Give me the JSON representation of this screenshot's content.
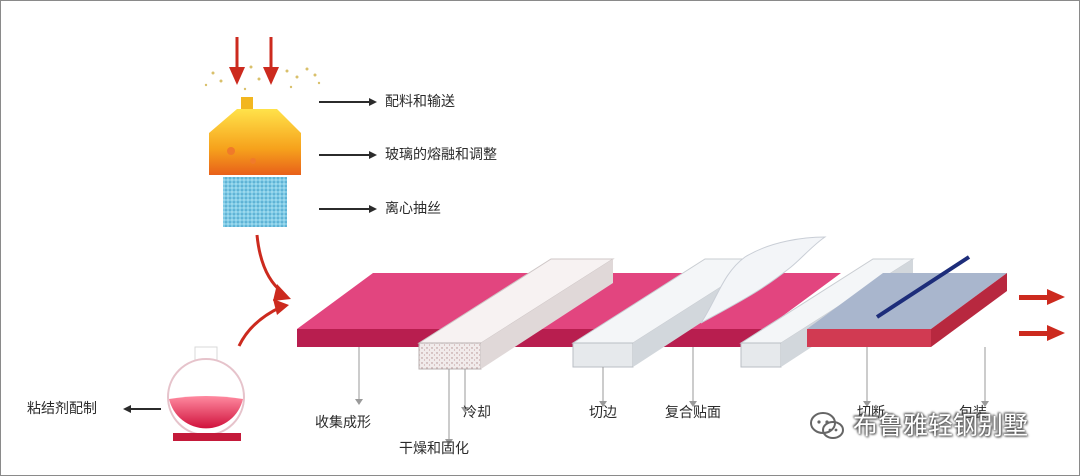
{
  "steps": {
    "batching": "配料和输送",
    "melting": "玻璃的熔融和调整",
    "spinning": "离心抽丝",
    "binder": "粘结剂配制",
    "collecting": "收集成形",
    "drying": "干燥和固化",
    "cooling": "冷却",
    "edge_trim": "切边",
    "laminating": "复合贴面",
    "cutting": "切断",
    "packaging": "包装"
  },
  "watermark": "布鲁雅轻钢别墅",
  "colors": {
    "felt": "#d2336a",
    "arrow": "#cc2a1e",
    "furnace": "#f5a81c",
    "fiber": "#6fc1dd",
    "finished": "#9aa9c4"
  }
}
